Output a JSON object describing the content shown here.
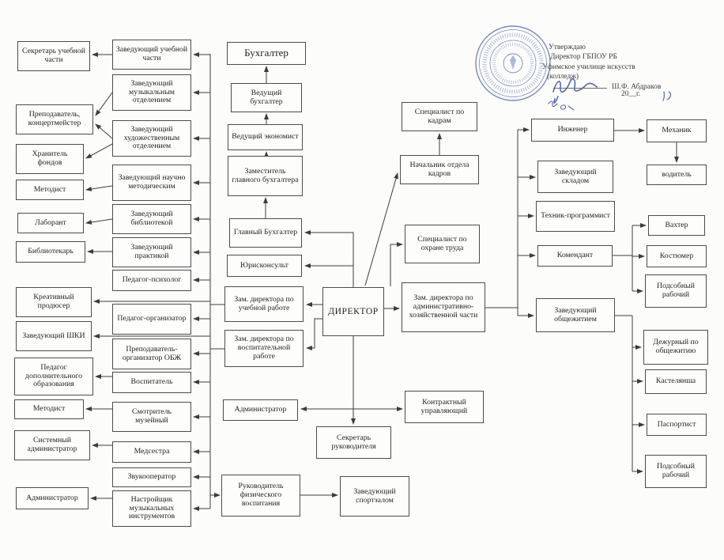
{
  "org": {
    "director": "ДИРЕКТОР",
    "center": {
      "secretary": "Секретарь руководителя",
      "gym": "Заведующий спортзалом"
    },
    "col1": [
      "Секретарь учебной части",
      "Преподаватель, концертмейстер",
      "Хранитель фондов",
      "Методист",
      "Лаборант",
      "Библиотекарь",
      "Креативный продюсер",
      "Заведующий ШКИ",
      "Педагог дополнительного образования",
      "Методист",
      "Системный администратор",
      "Администратор"
    ],
    "col2": [
      "Заведующий учебной части",
      "Заведующий музыкальным отделением",
      "Заведующий художественным отделением",
      "Заведующий научно методическим",
      "Заведующий библиотекой",
      "Заведующий практикой",
      "Педагог-психолог",
      "Педагог-организатор",
      "Преподаватель-организатор ОБЖ",
      "Воспитатель",
      "Смотритель музейный",
      "Медсестра",
      "Звукооператор",
      "Настройщик музыкальных инструментов"
    ],
    "col3": [
      "Бухгалтер",
      "Ведущий бухгалтер",
      "Ведущий экономист",
      "Заместитель главного бухгалтера",
      "Главный Бухгалтер",
      "Юрисконсульт",
      "Зам. директора по учебной работе",
      "Зам. директора по воспитательной работе",
      "Администратор",
      "Руководитель физического воспитания"
    ],
    "col4": [
      "Специалист по кадрам",
      "Начальник отдела кадров",
      "Специалист по охране труда",
      "Зам. директора по административно-хозяйственной части",
      "Контрактный управляющий"
    ],
    "col5": [
      "Инженер",
      "Заведующий складом",
      "Техник-программист",
      "Комендант",
      "Заведующий общежитием"
    ],
    "col6": [
      "Механик",
      "водитель",
      "Вахтер",
      "Костюмер",
      "Подсобный рабочий",
      "Дежурный по общежитию",
      "Кастелянша",
      "Паспортист",
      "Подсобный рабочий"
    ]
  },
  "approval": {
    "line1": "Утверждаю",
    "line2": "Директор ГБПОУ  РБ",
    "line3": "Уфимское училище искусств",
    "line4": "(колледж)",
    "signature_name": "Ш.Ф. Абдраков",
    "date_line": "20__г."
  },
  "colors": {
    "seal_blue": "#4460ab",
    "connector": "#3c3c3c",
    "box_border": "#4c4c4c"
  }
}
